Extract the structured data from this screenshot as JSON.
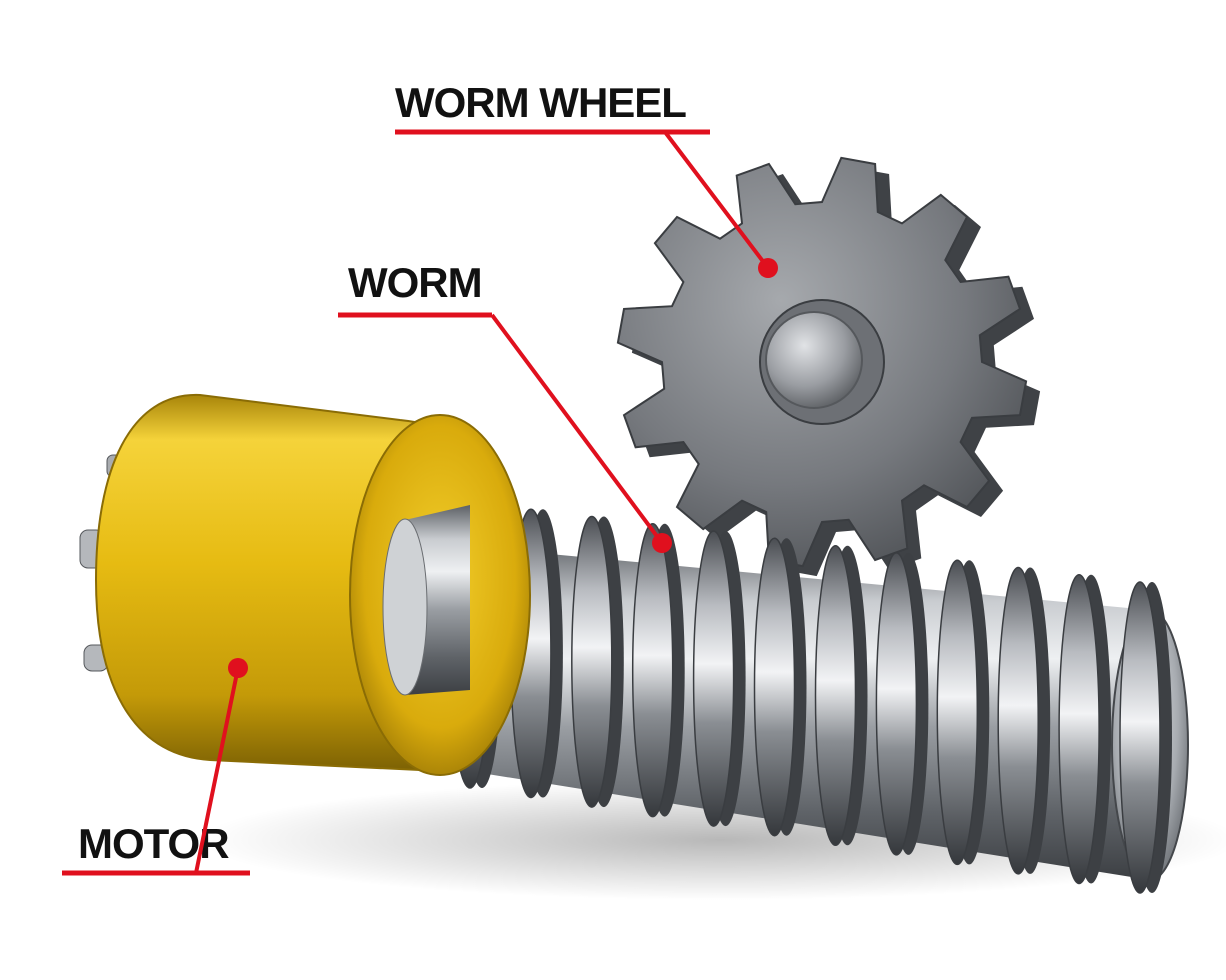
{
  "colors": {
    "accent": "#e0101e",
    "label_text": "#111111",
    "motor_yellow": "#e9bf12",
    "steel": "#8e9196"
  },
  "labels": {
    "worm_wheel": "WORM WHEEL",
    "worm": "WORM",
    "motor": "MOTOR"
  },
  "icons": {
    "motor": "motor-icon",
    "worm_gear": "worm-gear-icon",
    "worm_wheel": "worm-wheel-icon"
  }
}
